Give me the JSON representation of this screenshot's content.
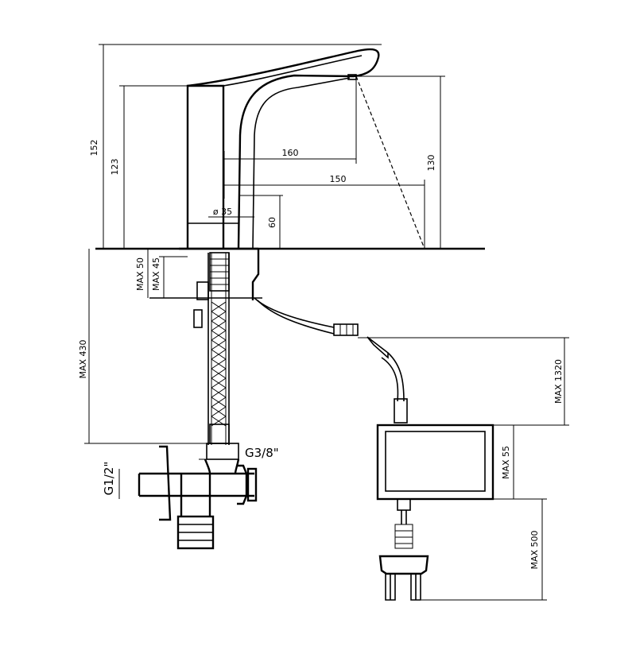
{
  "drawing": {
    "dimensions": {
      "d152": "152",
      "d123": "123",
      "d160": "160",
      "d150": "150",
      "d130": "130",
      "d_phi35": "ø 35",
      "d60": "60",
      "max50": "MAX 50",
      "max45": "MAX 45",
      "max430": "MAX 430",
      "max1320": "MAX 1320",
      "max55": "MAX 55",
      "max500": "MAX 500"
    },
    "threads": {
      "g38": "G3/8\"",
      "g12": "G1/2\""
    }
  }
}
